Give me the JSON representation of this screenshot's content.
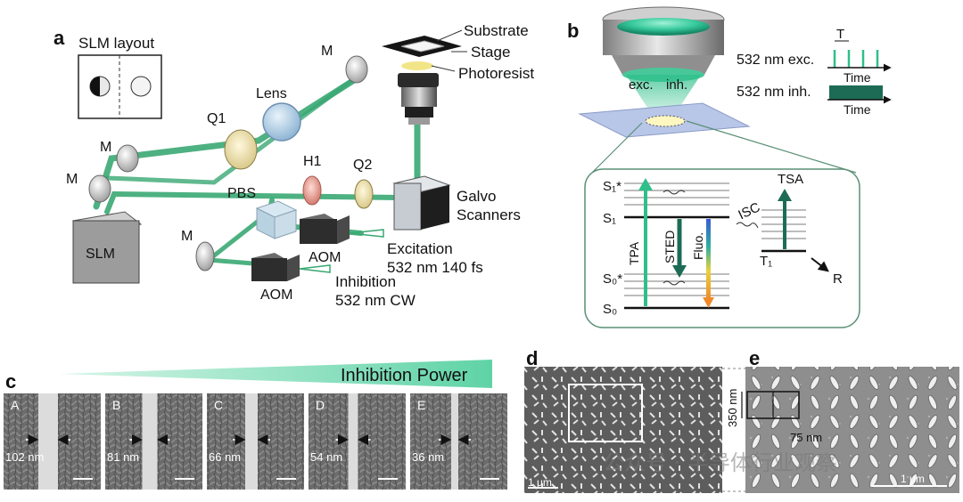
{
  "panel_a": {
    "label": "a",
    "slm_layout_title": "SLM layout",
    "slm": "SLM",
    "mirror": "M",
    "lens": "Lens",
    "q1": "Q1",
    "q2": "Q2",
    "h1": "H1",
    "pbs": "PBS",
    "aom": "AOM",
    "galvo_line1": "Galvo",
    "galvo_line2": "Scanners",
    "substrate": "Substrate",
    "stage": "Stage",
    "photoresist": "Photoresist",
    "excitation_line1": "Excitation",
    "excitation_line2": "532 nm 140 fs",
    "inhibition_line1": "Inhibition",
    "inhibition_line2": "532 nm CW"
  },
  "panel_b": {
    "label": "b",
    "exc_short": "exc.",
    "inh_short": "inh.",
    "exc_label": "532 nm exc.",
    "inh_label": "532 nm inh.",
    "period": "T",
    "time": "Time",
    "tsa": "TSA",
    "isc": "ISC",
    "tpa": "TPA",
    "sted": "STED",
    "fluo": "Fluo.",
    "s1_star": "S₁*",
    "s1": "S₁",
    "s0_star": "S₀*",
    "s0": "S₀",
    "t1": "T₁",
    "r": "R"
  },
  "panel_c": {
    "label": "c",
    "inhibition_power": "Inhibition Power",
    "images": [
      {
        "letter": "A",
        "width": "102 nm"
      },
      {
        "letter": "B",
        "width": "81 nm"
      },
      {
        "letter": "C",
        "width": "66 nm"
      },
      {
        "letter": "D",
        "width": "54 nm"
      },
      {
        "letter": "E",
        "width": "36 nm"
      }
    ]
  },
  "panel_d": {
    "label": "d",
    "scalebar": "1 μm"
  },
  "panel_e": {
    "label": "e",
    "period_vertical": "350 nm",
    "period_horizontal": "75 nm",
    "scalebar": "1 μm"
  },
  "watermark": {
    "text": "公众号 · 半导体行业观察"
  },
  "colors": {
    "beam": "#3aa873",
    "inhibit_dark": "#1d6b55",
    "exc_bar": "#2fbf8a",
    "frame": "#5a8f75"
  }
}
